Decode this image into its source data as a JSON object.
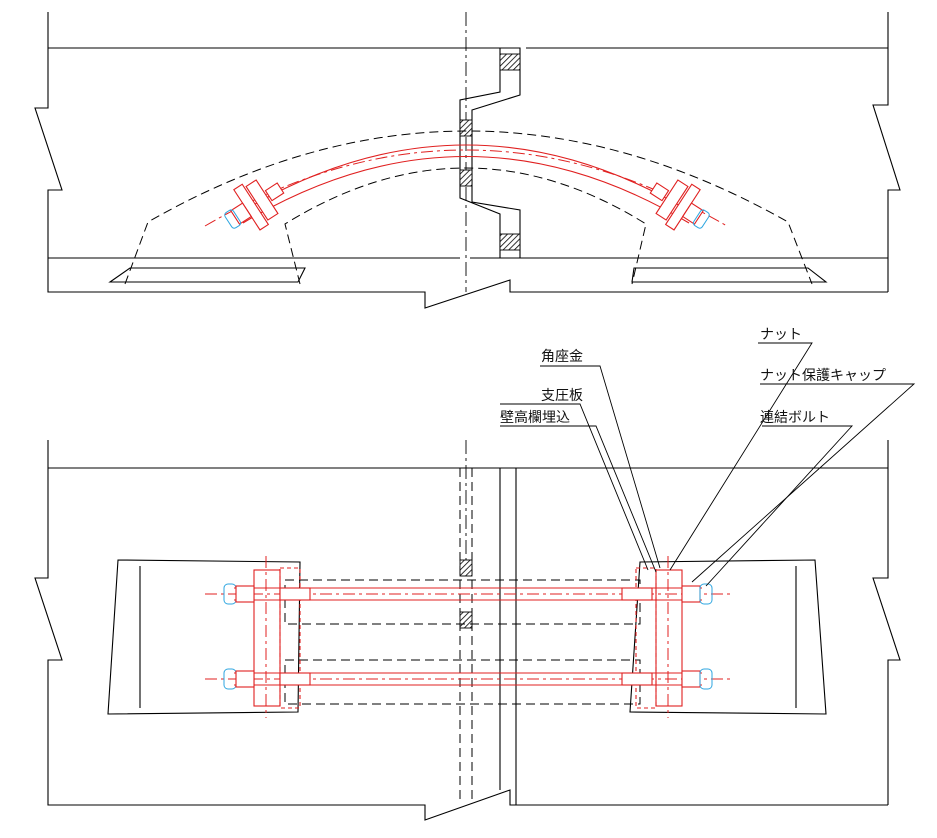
{
  "labels": {
    "corner_washer": "角座金",
    "bearing_plate": "支圧板",
    "wall_rail_embed": "壁高欄埋込",
    "nut": "ナット",
    "nut_cap": "ナット保護キャップ",
    "connecting_bolt": "連結ボルト"
  },
  "colors": {
    "outline": "#000000",
    "bolt": "#e02020",
    "cap": "#2ea6e0"
  }
}
